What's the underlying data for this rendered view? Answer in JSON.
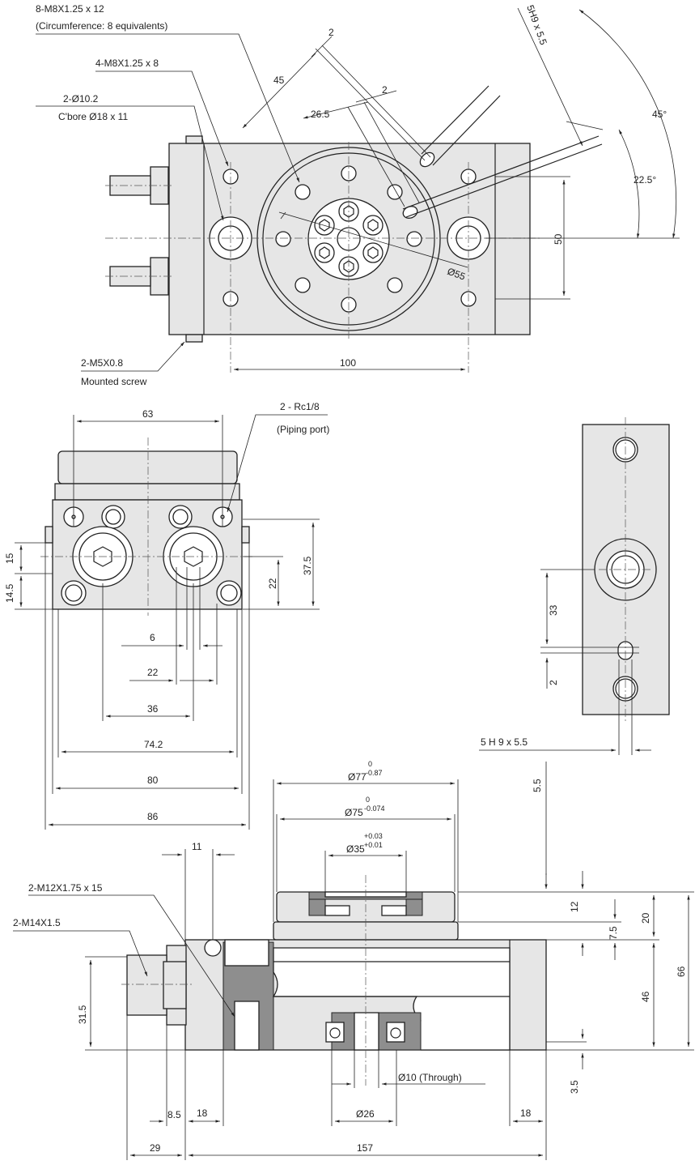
{
  "top_view": {
    "callout_8m8": "8-M8X1.25 x 12",
    "callout_8m8_note": "(Circumference: 8 equivalents)",
    "callout_4m8": "4-M8X1.25 x 8",
    "callout_2d10": "2-Ø10.2",
    "callout_2d10_note": "C'bore Ø18 x 11",
    "callout_m5": "2-M5X0.8",
    "callout_m5_note": "Mounted screw",
    "dim_2_a": "2",
    "dim_2_b": "2",
    "dim_45": "45",
    "dim_26_5": "26.5",
    "dim_5h9": "5H9 x 5.5",
    "angle_45": "45°",
    "angle_22_5": "22.5°",
    "dim_50": "50",
    "dim_d55": "Ø55",
    "dim_100": "100"
  },
  "side_view": {
    "dim_63": "63",
    "callout_rc": "2 - Rc1/8",
    "callout_rc_note": "(Piping port)",
    "dim_15": "15",
    "dim_14_5": "14.5",
    "dim_37_5": "37.5",
    "dim_22v": "22",
    "dim_6": "6",
    "dim_22h": "22",
    "dim_36": "36",
    "dim_74_2": "74.2",
    "dim_80": "80",
    "dim_86": "86"
  },
  "end_view": {
    "dim_33": "33",
    "dim_2": "2",
    "dim_5h9": "5 H 9  x   5.5"
  },
  "front_view": {
    "dim_d77": "Ø77",
    "tol_d77_up": "0",
    "tol_d77_lo": "-0.87",
    "dim_d75": "Ø75",
    "tol_d75_up": "0",
    "tol_d75_lo": "-0.074",
    "dim_d35": "Ø35",
    "tol_d35_up": "+0.03",
    "tol_d35_lo": "+0.01",
    "dim_5_5": "5.5",
    "dim_11": "11",
    "callout_m12": "2-M12X1.75 x 15",
    "callout_m14": "2-M14X1.5",
    "dim_12": "12",
    "dim_7_5": "7.5",
    "dim_20": "20",
    "dim_46": "46",
    "dim_66": "66",
    "dim_31_5": "31.5",
    "dim_3_5": "3.5",
    "dim_d10": "Ø10 (Through)",
    "dim_8_5": "8.5",
    "dim_18_a": "18",
    "dim_d26": "Ø26",
    "dim_18_b": "18",
    "dim_29": "29",
    "dim_157": "157"
  }
}
